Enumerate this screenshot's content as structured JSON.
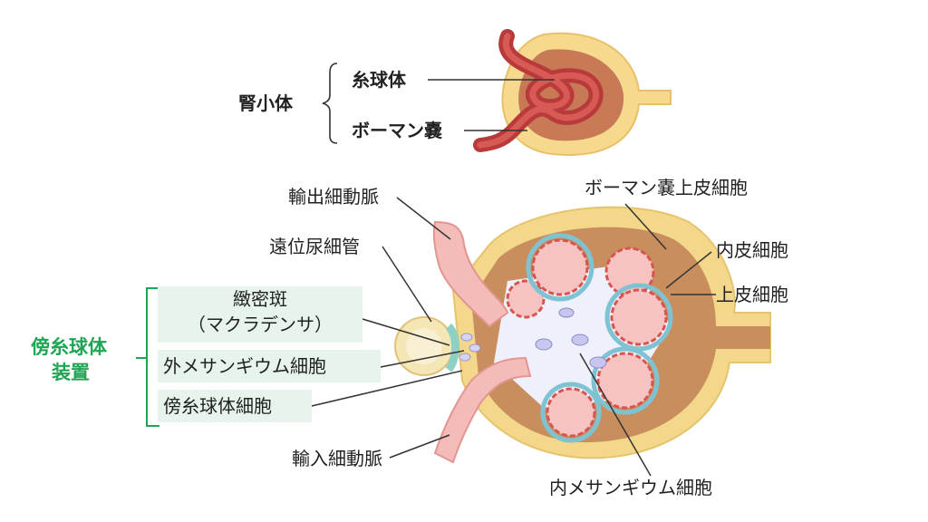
{
  "top": {
    "corpuscle_label": "腎小体",
    "glomerulus_label": "糸球体",
    "bowman_label": "ボーマン嚢"
  },
  "main": {
    "efferent_label": "輸出細動脈",
    "distal_label": "遠位尿細管",
    "bowman_epi_label": "ボーマン嚢上皮細胞",
    "endothelial_label": "内皮細胞",
    "epithelial_label": "上皮細胞",
    "afferent_label": "輸入細動脈",
    "intra_mesangial_label": "内メサンギウム細胞"
  },
  "jga": {
    "title_line1": "傍糸球体",
    "title_line2": "装置",
    "macula_line1": "緻密斑",
    "macula_line2": "（マクラデンサ）",
    "extra_mesangial": "外メサンギウム細胞",
    "juxtaglomerular_cell": "傍糸球体細胞"
  },
  "colors": {
    "jga_green": "#1fa655",
    "box_bg": "#e6f4ec",
    "vessel_red": "#b83a3a",
    "capsule_yellow": "#f3d78a"
  }
}
